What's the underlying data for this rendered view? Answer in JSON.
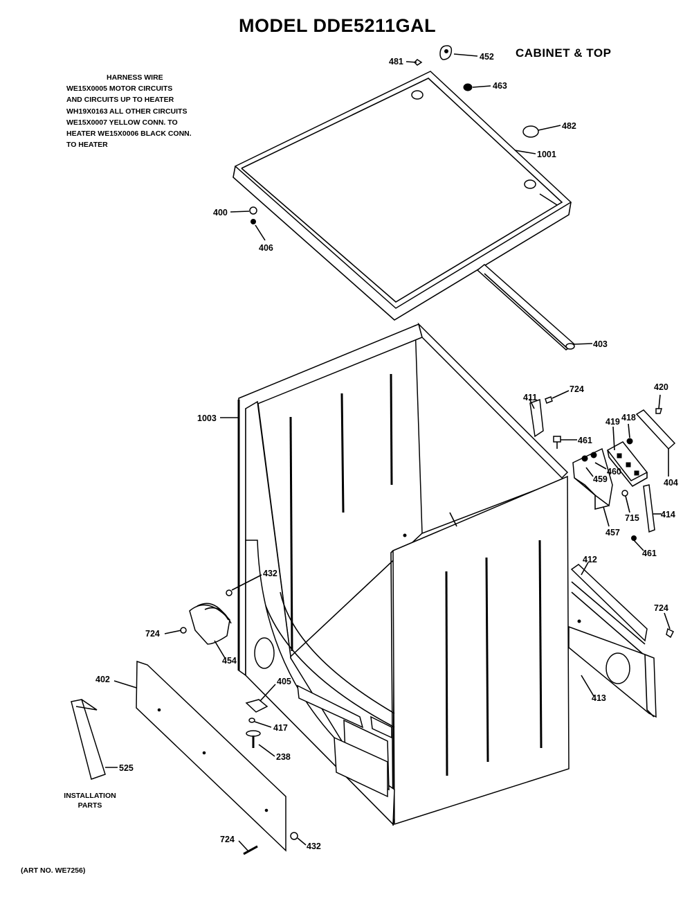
{
  "header": {
    "title": "MODEL DDE5211GAL",
    "section": "CABINET & TOP"
  },
  "harness_note": {
    "title": "HARNESS WIRE",
    "lines": [
      "WE15X0005 MOTOR CIRCUITS",
      "AND CIRCUITS UP TO HEATER",
      "WH19X0163 ALL OTHER CIRCUITS",
      "WE15X0007 YELLOW CONN. TO",
      "HEATER WE15X0006 BLACK CONN.",
      "TO HEATER"
    ]
  },
  "installation": {
    "lines": [
      "INSTALLATION",
      "PARTS"
    ]
  },
  "art_number": "(ART NO. WE7256)",
  "parts": {
    "p481": "481",
    "p452": "452",
    "p463": "463",
    "p482": "482",
    "p1001": "1001",
    "p400": "400",
    "p406": "406",
    "p403": "403",
    "p1003": "1003",
    "p411": "411",
    "p724a": "724",
    "p420": "420",
    "p419": "419",
    "p418": "418",
    "p461a": "461",
    "p460": "460",
    "p459": "459",
    "p404": "404",
    "p457": "457",
    "p715": "715",
    "p414": "414",
    "p461b": "461",
    "p412": "412",
    "p724b": "724",
    "p432a": "432",
    "p724c": "724",
    "p454": "454",
    "p402": "402",
    "p405": "405",
    "p417": "417",
    "p238": "238",
    "p413": "413",
    "p525": "525",
    "p724d": "724",
    "p432b": "432"
  }
}
